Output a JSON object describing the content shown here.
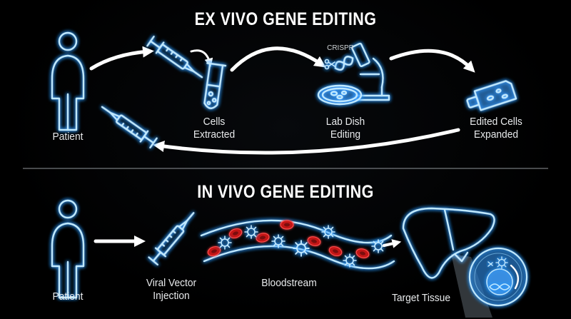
{
  "sections": {
    "ex_vivo_title": "EX VIVO GENE EDITING",
    "in_vivo_title": "IN VIVO GENE EDITING"
  },
  "ex_vivo": {
    "patient": "Patient",
    "cells_extracted": "Cells\nExtracted",
    "crispr": "CRISPR",
    "lab_dish": "Lab Dish\nEditing",
    "edited_cells": "Edited Cells\nExpanded"
  },
  "in_vivo": {
    "patient": "Patient",
    "viral_vector": "Viral Vector\nInjection",
    "bloodstream": "Bloodstream",
    "target_tissue": "Target Tissue"
  },
  "colors": {
    "background": "#000000",
    "glow": "#3aa8ff",
    "stroke": "#bfe9ff",
    "blood_cell": "#d91f1f",
    "virus": "#4aa3ff"
  },
  "icons": [
    "person-icon",
    "syringe-icon",
    "test-tube-icon",
    "microscope-icon",
    "petri-dish-icon",
    "dna-icon",
    "flask-icon",
    "blood-vessel-icon",
    "virus-icon",
    "liver-icon",
    "magnifier-icon"
  ]
}
